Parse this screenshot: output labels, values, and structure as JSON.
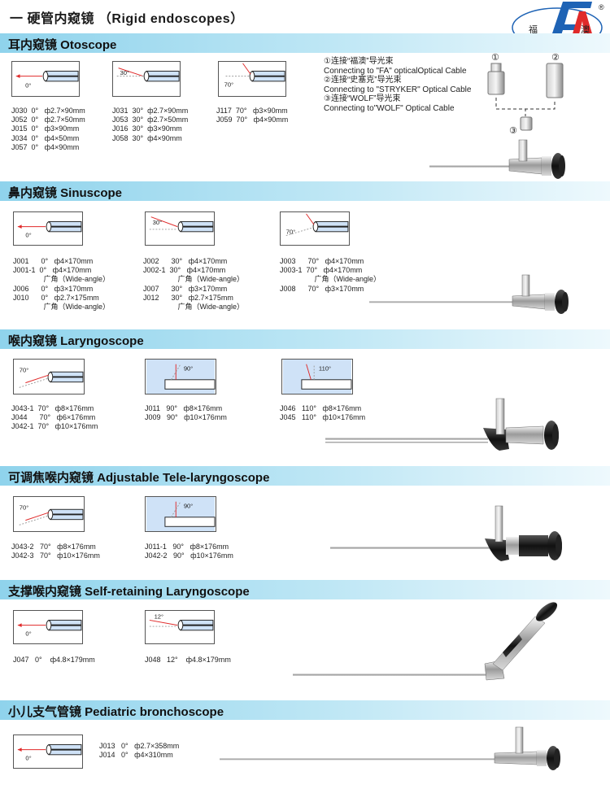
{
  "page_title": "一 硬管内窥镜 （Rigid endoscopes）",
  "logo": {
    "char_left": "福",
    "char_right": "澳",
    "registered": "®"
  },
  "colors": {
    "band_start": "#8fd3ec",
    "logo_blue": "#1e63b5",
    "logo_red": "#e02a2a",
    "lens_blue": "#cfe2f7"
  },
  "sections": {
    "otoscope": {
      "title": "耳内窥镜 Otoscope",
      "angles": [
        "0°",
        "30°",
        "70°"
      ],
      "specs": [
        "J030  0°   ф2.7×90mm\nJ052  0°   ф2.7×50mm\nJ015  0°   ф3×90mm\nJ034  0°   ф4×50mm\nJ057  0°   ф4×90mm",
        "J031  30°  ф2.7×90mm\nJ053  30°  ф2.7×50mm\nJ016  30°  ф3×90mm\nJ058  30°  ф4×90mm",
        "J117  70°   ф3×90mm\nJ059  70°   ф4×90mm"
      ],
      "cable_note": "①连接“福澳”导光束\nConnecting to \"FA\" opticalOptical Cable\n②连接“史塞克”导光束\nConnecting to \"STRYKER\" Optical Cable\n③连接“WOLF”导光束\nConnecting to\"WOLF\" Optical Cable",
      "connector_labels": [
        "①",
        "②",
        "③"
      ]
    },
    "sinuscope": {
      "title": "鼻内窥镜 Sinuscope",
      "angles": [
        "0°",
        "30°",
        "70°"
      ],
      "specs": [
        "J001      0°   ф4×170mm\nJ001-1  0°   ф4×170mm\n               广角（Wide-angle）\nJ006      0°   ф3×170mm\nJ010      0°   ф2.7×175mm\n               广角（Wide-angle）",
        "J002      30°   ф4×170mm\nJ002-1  30°   ф4×170mm\n                 广角（Wide-angle）\nJ007      30°   ф3×170mm\nJ012      30°   ф2.7×175mm\n                 广角（Wide-angle）",
        "J003      70°   ф4×170mm\nJ003-1  70°   ф4×170mm\n                 广角（Wide-angle）\nJ008      70°   ф3×170mm"
      ]
    },
    "laryngoscope": {
      "title": "喉内窥镜 Laryngoscope",
      "angles": [
        "70°",
        "90°",
        "110°"
      ],
      "specs": [
        "J043-1  70°   ф8×176mm\nJ044      70°   ф6×176mm\nJ042-1  70°   ф10×176mm",
        "J011   90°   ф8×176mm\nJ009   90°   ф10×176mm",
        "J046   110°   ф8×176mm\nJ045   110°   ф10×176mm"
      ]
    },
    "adjustable": {
      "title": "可调焦喉内窥镜 Adjustable Tele-laryngoscope",
      "angles": [
        "70°",
        "90°"
      ],
      "specs": [
        "J043-2   70°   ф8×176mm\nJ042-3   70°   ф10×176mm",
        "J011-1   90°   ф8×176mm\nJ042-2   90°   ф10×176mm"
      ]
    },
    "self_retaining": {
      "title": "支撑喉内窥镜 Self-retaining Laryngoscope",
      "angles": [
        "0°",
        "12°"
      ],
      "specs": [
        "J047   0°    ф4.8×179mm",
        "J048   12°    ф4.8×179mm"
      ]
    },
    "pediatric": {
      "title": "小儿支气管镜 Pediatric bronchoscope",
      "angles": [
        "0°"
      ],
      "specs": [
        "J013   0°   ф2.7×358mm\nJ014   0°   ф4×310mm"
      ]
    }
  }
}
